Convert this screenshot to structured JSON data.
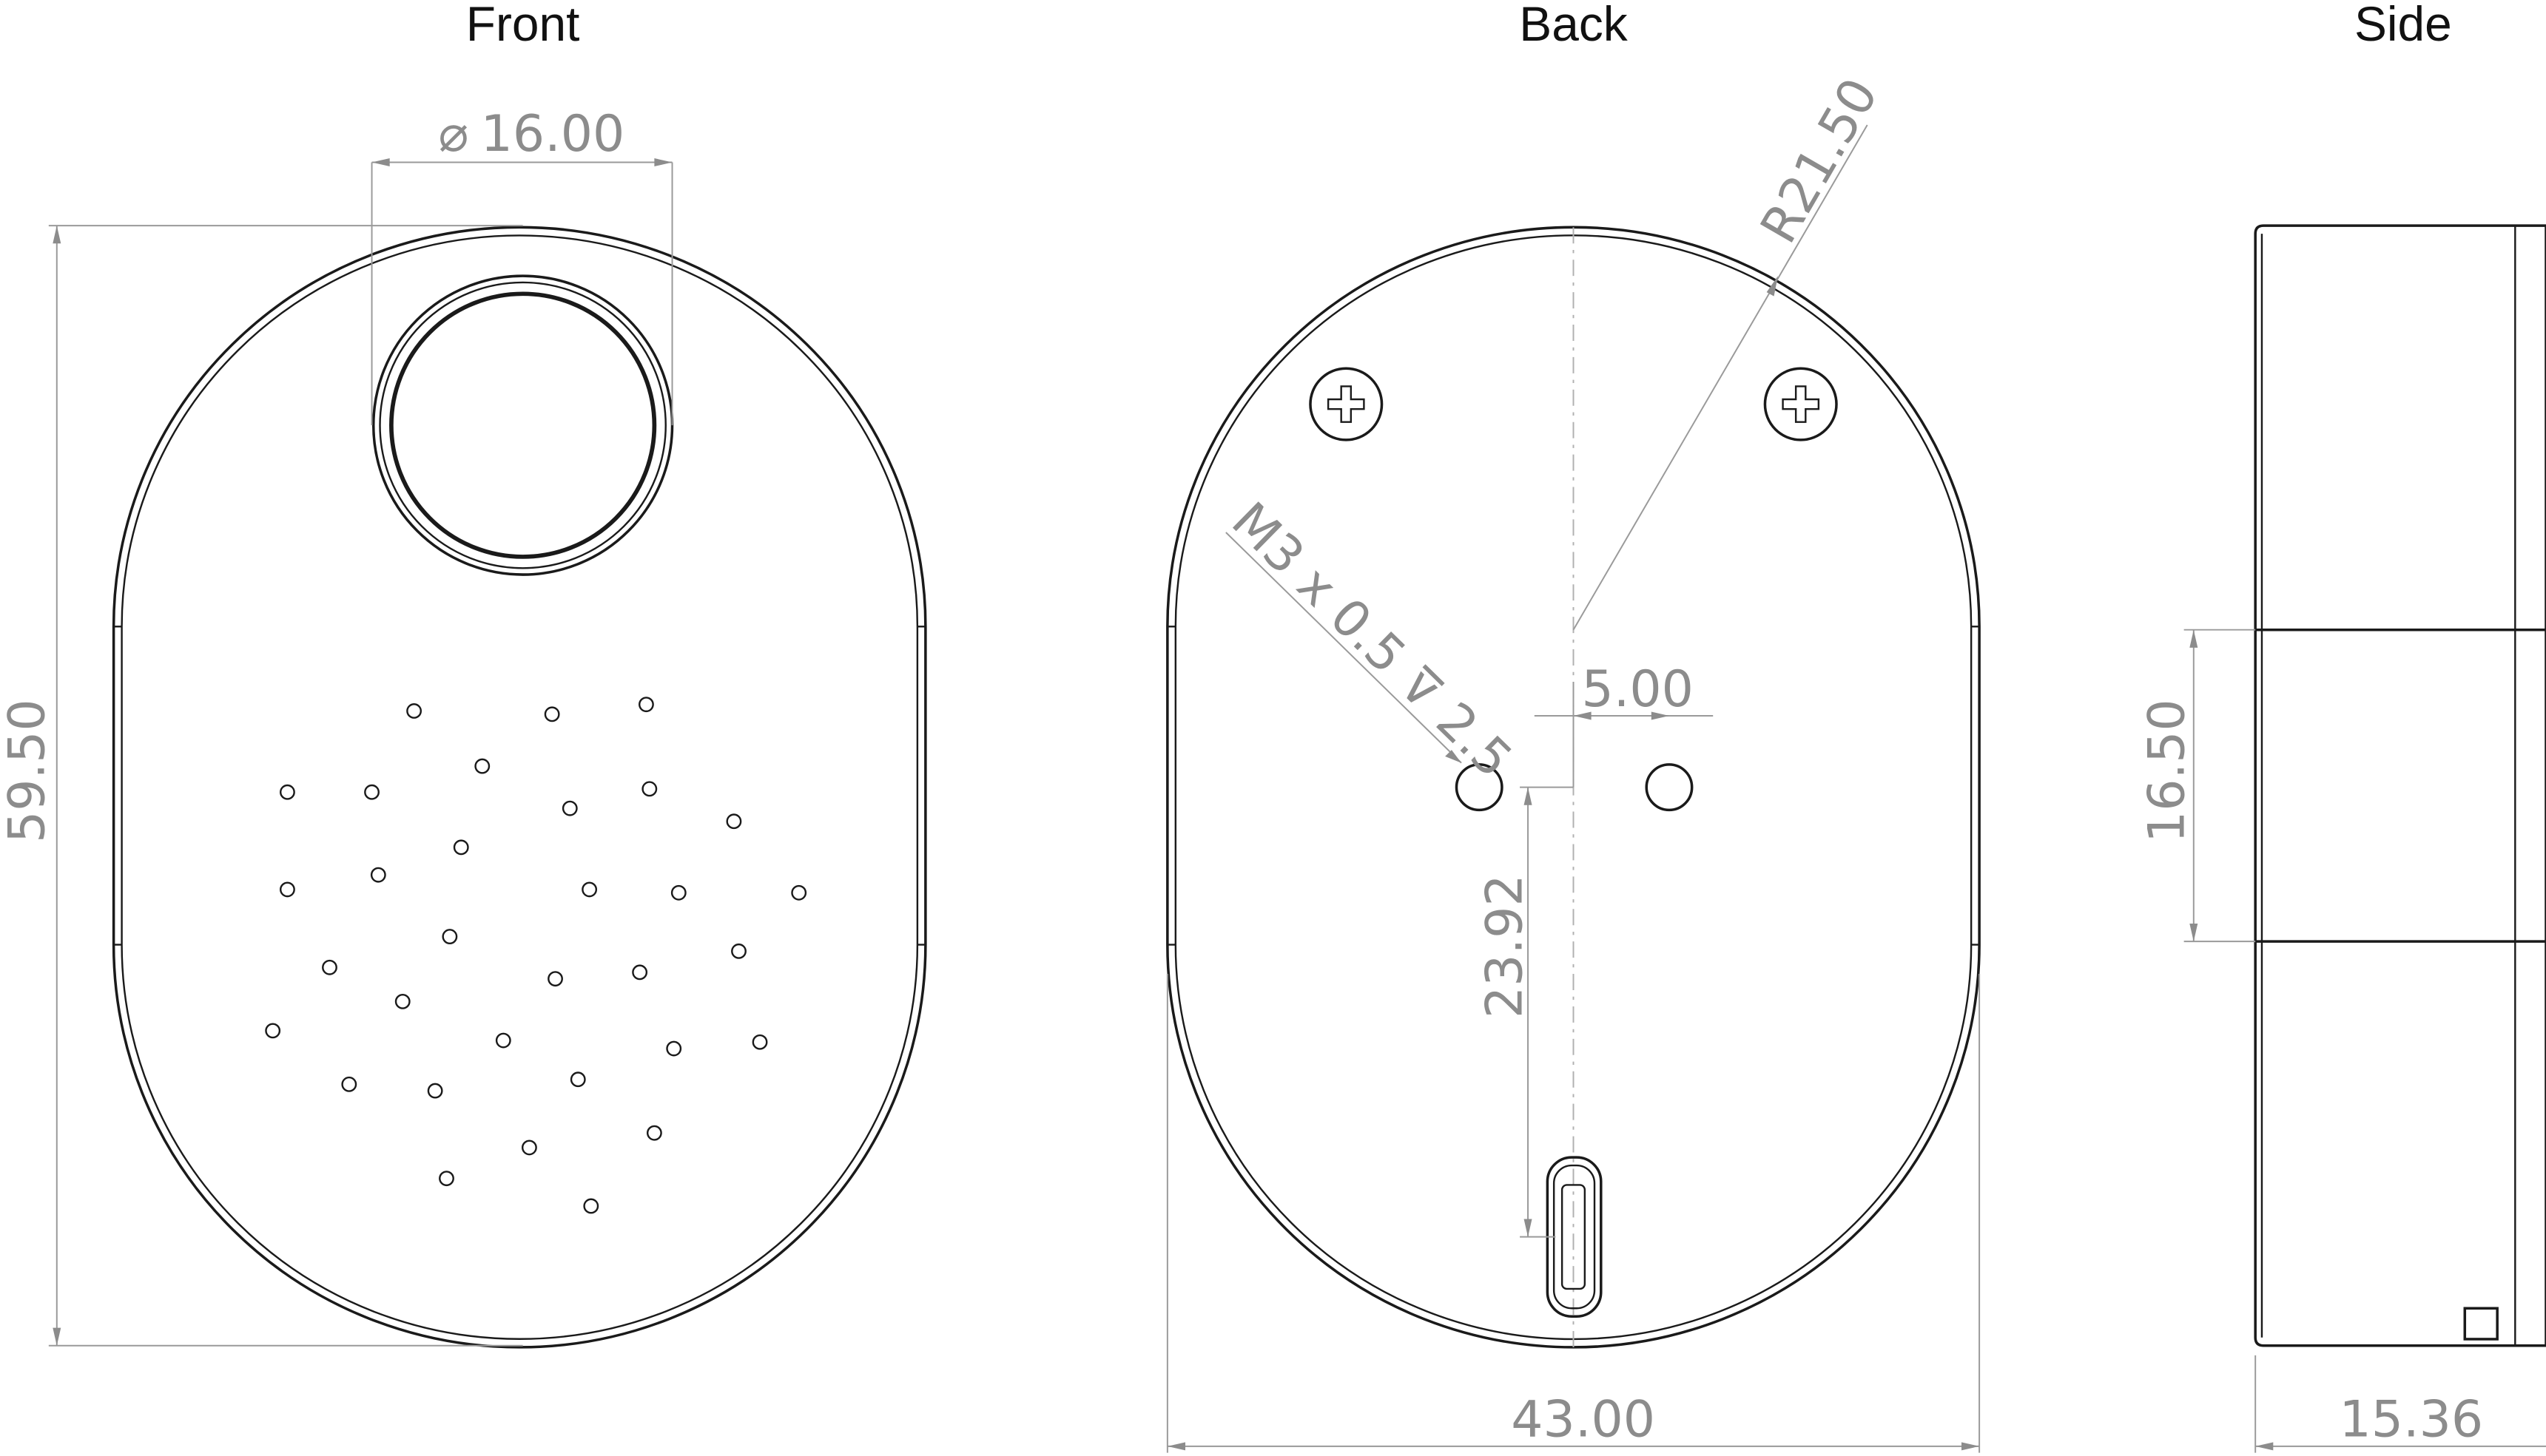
{
  "views": {
    "front": {
      "title": "Front"
    },
    "back": {
      "title": "Back"
    },
    "side": {
      "title": "Side"
    }
  },
  "dimensions": {
    "button_diameter": "16.00",
    "diameter_symbol": "⌀",
    "height": "59.50",
    "radius": "R21.50",
    "hole_spacing": "5.00",
    "screw_callout": "M3 x 0.5 ⊽ 2.5",
    "usb_offset": "23.92",
    "width": "43.00",
    "band_height": "16.50",
    "thickness": "15.36"
  },
  "colors": {
    "outline": "#1a1a1a",
    "dimension": "#8c8c8c",
    "background": "#ffffff"
  }
}
